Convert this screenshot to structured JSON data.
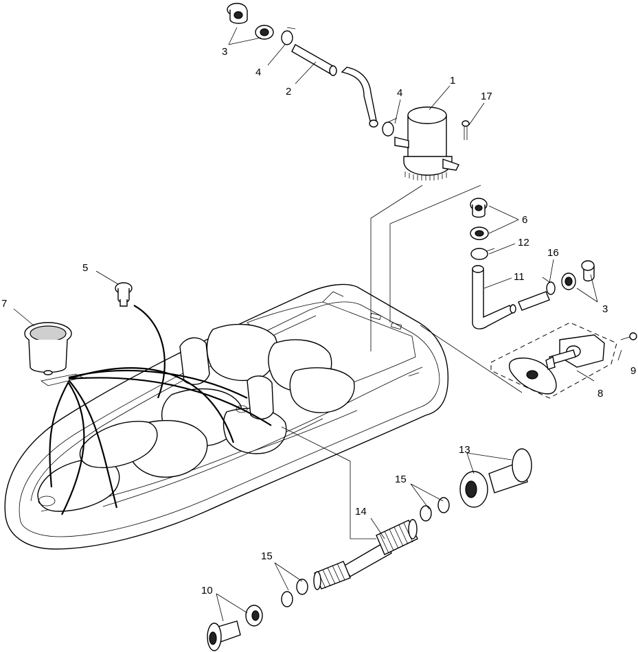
{
  "callouts": [
    {
      "id": "1",
      "text": "1"
    },
    {
      "id": "2",
      "text": "2"
    },
    {
      "id": "3a",
      "text": "3"
    },
    {
      "id": "3b",
      "text": "3"
    },
    {
      "id": "4a",
      "text": "4"
    },
    {
      "id": "4b",
      "text": "4"
    },
    {
      "id": "5",
      "text": "5"
    },
    {
      "id": "6",
      "text": "6"
    },
    {
      "id": "7",
      "text": "7"
    },
    {
      "id": "8",
      "text": "8"
    },
    {
      "id": "9",
      "text": "9"
    },
    {
      "id": "10",
      "text": "10"
    },
    {
      "id": "11",
      "text": "11"
    },
    {
      "id": "12",
      "text": "12"
    },
    {
      "id": "13",
      "text": "13"
    },
    {
      "id": "14",
      "text": "14"
    },
    {
      "id": "15a",
      "text": "15"
    },
    {
      "id": "15b",
      "text": "15"
    },
    {
      "id": "16",
      "text": "16"
    },
    {
      "id": "17",
      "text": "17"
    }
  ]
}
